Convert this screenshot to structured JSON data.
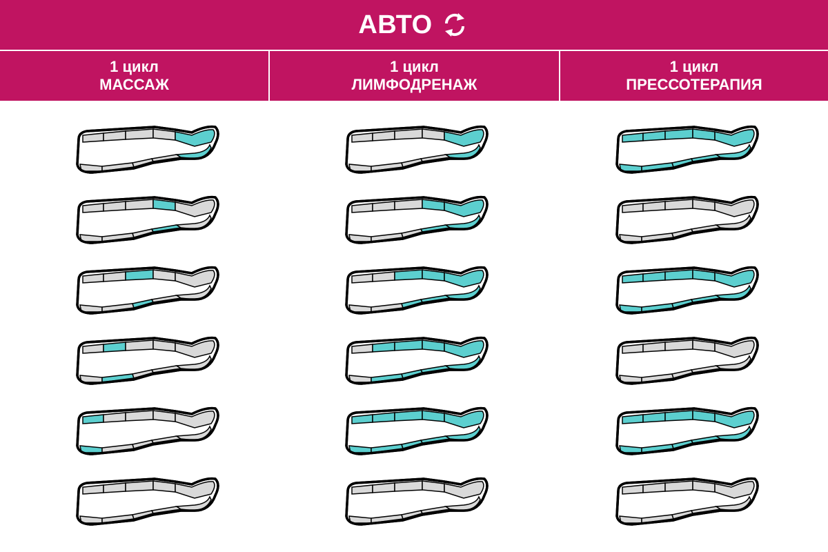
{
  "header": {
    "title": "АВТО",
    "icon": "refresh-icon"
  },
  "columns": [
    {
      "cycle": "1 цикл",
      "mode": "МАССАЖ"
    },
    {
      "cycle": "1 цикл",
      "mode": "ЛИМФОДРЕНАЖ"
    },
    {
      "cycle": "1 цикл",
      "mode": "ПРЕССОТЕРАПИЯ"
    }
  ],
  "colors": {
    "brand": "#c01461",
    "active": "#5ccfcf",
    "inactive": "#d9d9d9",
    "outline": "#000000"
  },
  "steps": {
    "massage": [
      [
        4
      ],
      [
        3
      ],
      [
        2
      ],
      [
        1
      ],
      [
        0
      ],
      []
    ],
    "lymphdrainage": [
      [
        4
      ],
      [
        3,
        4
      ],
      [
        2,
        3,
        4
      ],
      [
        1,
        2,
        3,
        4
      ],
      [
        0,
        1,
        2,
        3,
        4
      ],
      []
    ],
    "pressotherapy": [
      [
        0,
        1,
        2,
        3,
        4
      ],
      [],
      [
        0,
        1,
        2,
        3,
        4
      ],
      [],
      [
        0,
        1,
        2,
        3,
        4
      ],
      []
    ]
  }
}
